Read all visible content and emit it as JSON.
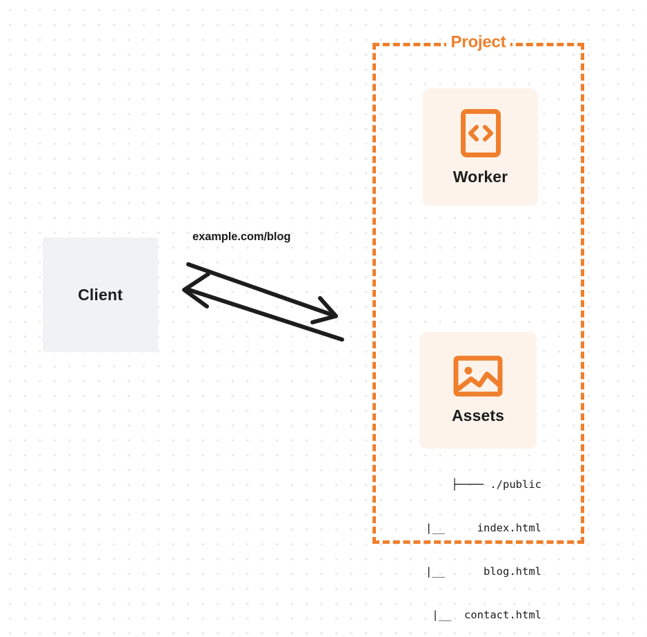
{
  "diagram": {
    "type": "architecture-flow",
    "background": {
      "style": "dot-grid",
      "dot_color": "#e9e9e9",
      "page_color": "#ffffff"
    },
    "colors": {
      "accent_orange": "#ef7f2c",
      "card_fill": "#fdf3ea",
      "client_fill": "#f1f2f4",
      "text_dark": "#1d1d1d"
    },
    "client": {
      "label": "Client"
    },
    "connector": {
      "request_label": "example.com/blog",
      "arrows": [
        {
          "name": "request-arrow",
          "direction": "client-to-project"
        },
        {
          "name": "response-arrow",
          "direction": "project-to-client"
        }
      ]
    },
    "project": {
      "title": "Project",
      "border_style": "dashed",
      "nodes": [
        {
          "label": "Worker",
          "icon": "code-brackets-icon"
        },
        {
          "label": "Assets",
          "icon": "image-icon"
        }
      ]
    },
    "file_tree": {
      "rows": [
        "├──── ./public",
        "|__     index.html",
        "|__      blog.html",
        "|__  contact.html"
      ]
    }
  }
}
